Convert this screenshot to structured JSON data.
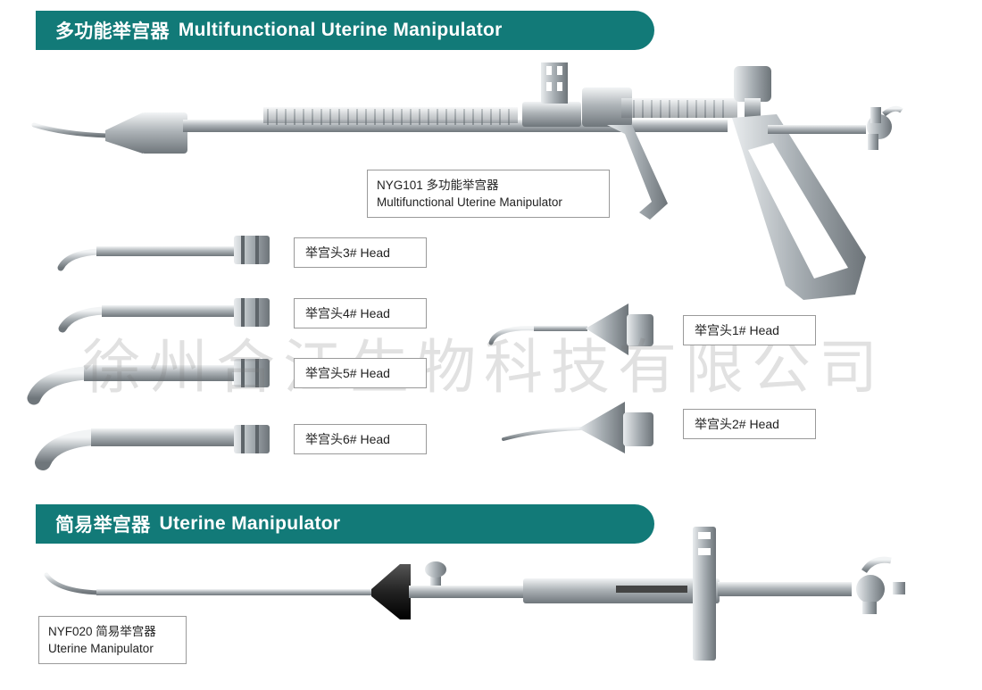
{
  "sections": {
    "multifunctional": {
      "title_cn": "多功能举宫器",
      "title_en": "Multifunctional Uterine Manipulator"
    },
    "simple": {
      "title_cn": "简易举宫器",
      "title_en": "Uterine Manipulator"
    }
  },
  "labels": {
    "nyg101_line1": "NYG101 多功能举宫器",
    "nyg101_line2": "Multifunctional Uterine Manipulator",
    "head3": "举宫头3# Head",
    "head4": "举宫头4# Head",
    "head5": "举宫头5# Head",
    "head6": "举宫头6# Head",
    "head1": "举宫头1# Head",
    "head2": "举宫头2# Head",
    "nyf020_line1": "NYF020 简易举宫器",
    "nyf020_line2": "Uterine Manipulator"
  },
  "watermark": "徐州合江生物科技有限公司",
  "colors": {
    "banner": "#127a78",
    "steel": "#b9bec2"
  }
}
